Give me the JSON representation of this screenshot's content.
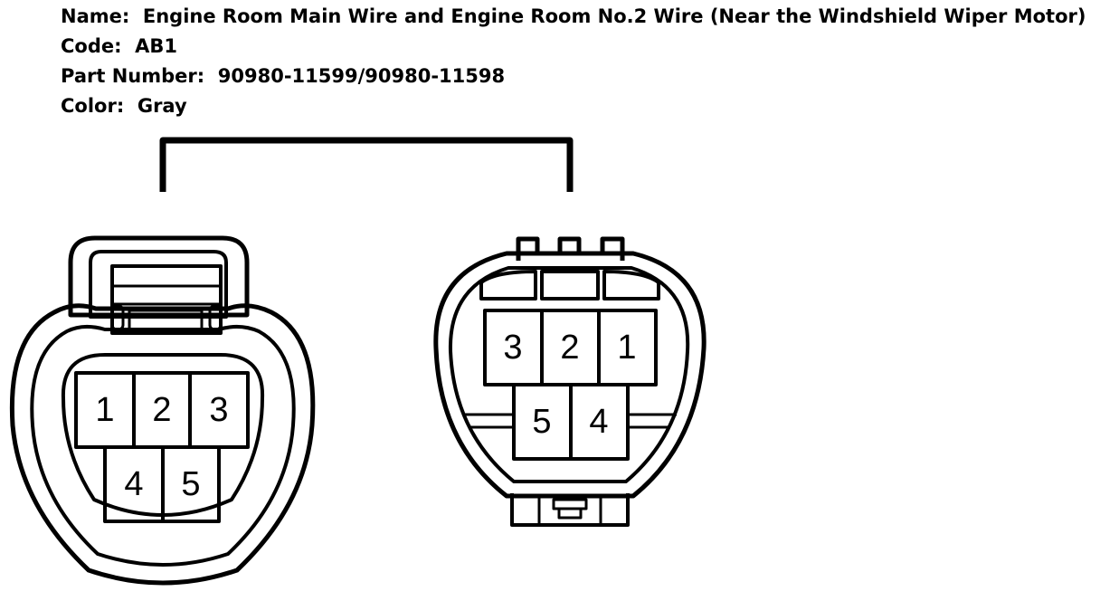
{
  "header": {
    "name_line": "Name:  Engine Room Main Wire and Engine Room No.2 Wire (Near the Windshield Wiper Motor)",
    "code_line": "Code:  AB1",
    "part_line": "Part Number:  90980-11599/90980-11598",
    "color_line": "Color:  Gray"
  },
  "left_connector": {
    "top_row": [
      "1",
      "2",
      "3"
    ],
    "bottom_row": [
      "4",
      "5"
    ]
  },
  "right_connector": {
    "top_row": [
      "3",
      "2",
      "1"
    ],
    "bottom_row": [
      "5",
      "4"
    ]
  }
}
